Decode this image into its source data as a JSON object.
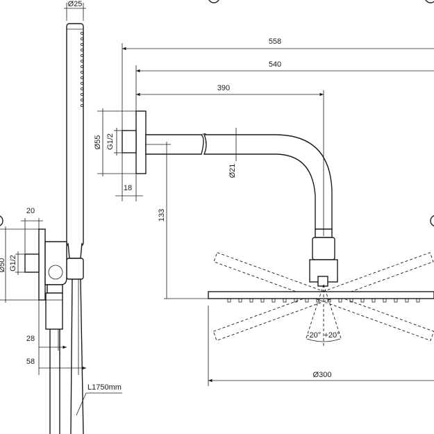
{
  "dimensions": {
    "d25": "Ø25",
    "d558": "558",
    "d540": "540",
    "d390": "390",
    "d55": "Ø55",
    "g12_arm": "G1/2",
    "d21": "Ø21",
    "d18": "18",
    "d133": "133",
    "d20": "20",
    "d50": "Ø50",
    "g12_outlet": "G1/2",
    "d28": "28",
    "d58": "58",
    "l1750": "L1750mm",
    "angle_left": "-20°",
    "angle_right": "+20°",
    "d300": "Ø300"
  },
  "colors": {
    "line": "#1a1a1a",
    "background": "#ffffff"
  }
}
